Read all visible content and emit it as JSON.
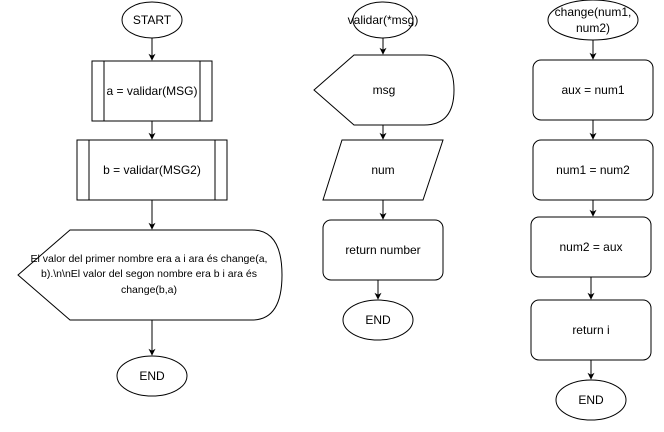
{
  "colors": {
    "stroke": "#000000",
    "fill": "#ffffff",
    "text": "#000000"
  },
  "flow1": {
    "start": "START",
    "call_a": "a = validar(MSG)",
    "call_b": "b = validar(MSG2)",
    "display": "El valor del primer nombre era a i ara és change(a, b).\\n\\nEl valor del segon nombre era b i ara és change(b,a)",
    "end": "END"
  },
  "flow2": {
    "start": "validar(*msg)",
    "display": "msg",
    "input": "num",
    "return": "return number",
    "end": "END"
  },
  "flow3": {
    "start": "change(num1, num2)",
    "step1": "aux = num1",
    "step2": "num1 = num2",
    "step3": "num2 = aux",
    "return": "return i",
    "end": "END"
  }
}
